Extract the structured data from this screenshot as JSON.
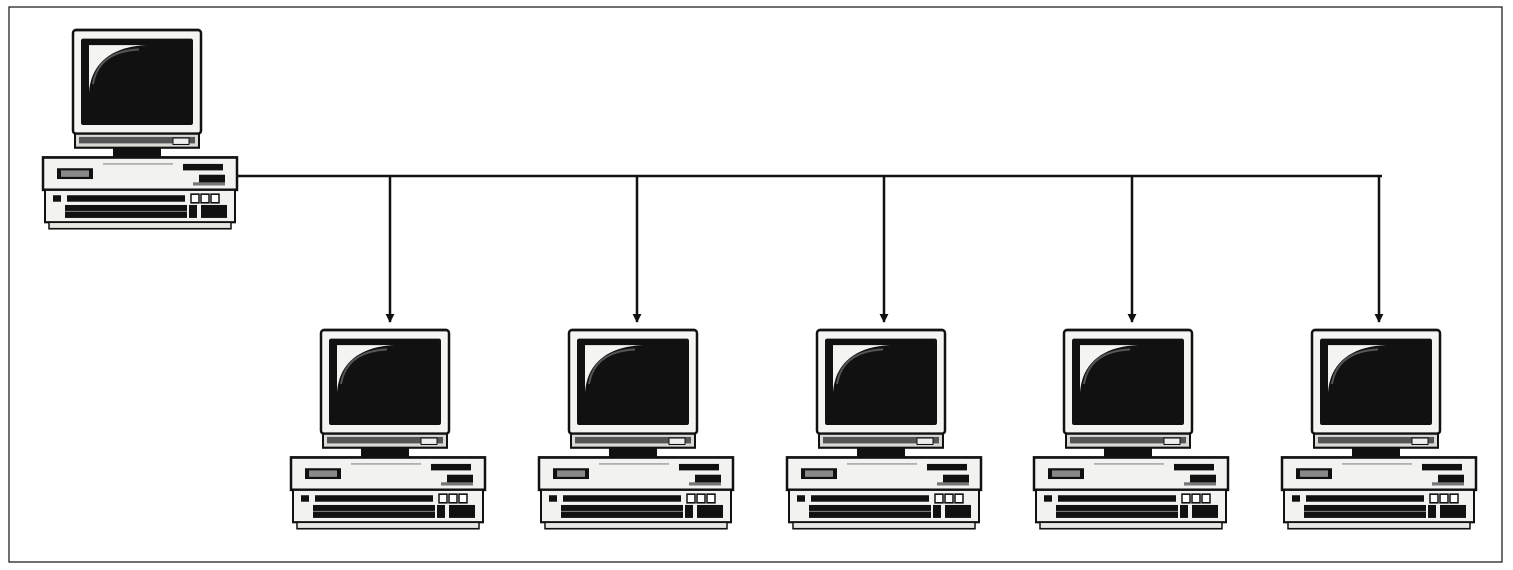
{
  "diagram": {
    "type": "network-topology",
    "frame": true,
    "server": {
      "icon": "desktop-computer-icon",
      "role": "source"
    },
    "clients": [
      {
        "icon": "desktop-computer-icon"
      },
      {
        "icon": "desktop-computer-icon"
      },
      {
        "icon": "desktop-computer-icon"
      },
      {
        "icon": "desktop-computer-icon"
      },
      {
        "icon": "desktop-computer-icon"
      }
    ],
    "connections": [
      {
        "from": "server",
        "to": 0
      },
      {
        "from": "server",
        "to": 1
      },
      {
        "from": "server",
        "to": 2
      },
      {
        "from": "server",
        "to": 3
      },
      {
        "from": "server",
        "to": 4
      }
    ],
    "colors": {
      "ink": "#111111",
      "paper": "#ffffff",
      "case": "#f2f2f0"
    }
  }
}
